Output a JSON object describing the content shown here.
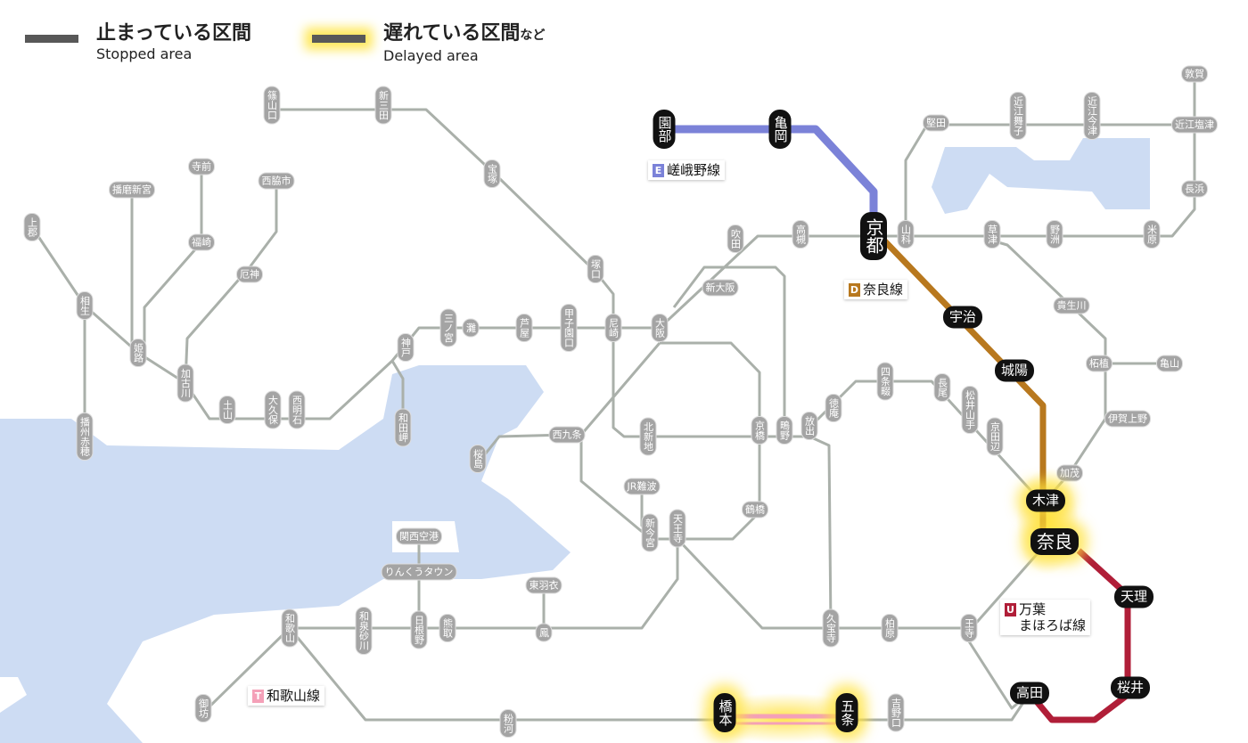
{
  "legend": {
    "stopped": {
      "ja": "止まっている区間",
      "en": "Stopped area",
      "color": "#585858"
    },
    "delayed": {
      "ja": "遅れている区間",
      "ja_suffix": "など",
      "en": "Delayed area",
      "color": "#ffe85a"
    }
  },
  "lines": [
    {
      "code": "E",
      "name": "嵯峨野線",
      "color": "#7b82d8"
    },
    {
      "code": "D",
      "name": "奈良線",
      "color": "#b8781e"
    },
    {
      "code": "U",
      "name": "万葉",
      "name2": "まほろば線",
      "color": "#b01e38"
    },
    {
      "code": "T",
      "name": "和歌山線",
      "color": "#f4a0b8"
    }
  ],
  "stations": [
    {
      "name": "篠山口"
    },
    {
      "name": "新三田"
    },
    {
      "name": "宝塚"
    },
    {
      "name": "塚口"
    },
    {
      "name": "尼崎"
    },
    {
      "name": "甲子園口"
    },
    {
      "name": "芦屋"
    },
    {
      "name": "灘"
    },
    {
      "name": "三ノ宮"
    },
    {
      "name": "神戸"
    },
    {
      "name": "和田岬"
    },
    {
      "name": "西明石"
    },
    {
      "name": "大久保"
    },
    {
      "name": "土山"
    },
    {
      "name": "加古川"
    },
    {
      "name": "厄神"
    },
    {
      "name": "西脇市"
    },
    {
      "name": "福崎"
    },
    {
      "name": "寺前"
    },
    {
      "name": "播磨新宮"
    },
    {
      "name": "姫路"
    },
    {
      "name": "相生"
    },
    {
      "name": "上郡"
    },
    {
      "name": "播州赤穂"
    },
    {
      "name": "大阪"
    },
    {
      "name": "新大阪"
    },
    {
      "name": "吹田"
    },
    {
      "name": "高槻"
    },
    {
      "name": "山科"
    },
    {
      "name": "堅田"
    },
    {
      "name": "近江舞子"
    },
    {
      "name": "近江今津"
    },
    {
      "name": "近江塩津"
    },
    {
      "name": "敦賀"
    },
    {
      "name": "長浜"
    },
    {
      "name": "米原"
    },
    {
      "name": "野洲"
    },
    {
      "name": "草津"
    },
    {
      "name": "貴生川"
    },
    {
      "name": "柘植"
    },
    {
      "name": "亀山"
    },
    {
      "name": "伊賀上野"
    },
    {
      "name": "加茂"
    },
    {
      "name": "京田辺"
    },
    {
      "name": "松井山手"
    },
    {
      "name": "長尾"
    },
    {
      "name": "四条畷"
    },
    {
      "name": "徳庵"
    },
    {
      "name": "放出"
    },
    {
      "name": "鴫野"
    },
    {
      "name": "京橋"
    },
    {
      "name": "北新地"
    },
    {
      "name": "西九条"
    },
    {
      "name": "桜島"
    },
    {
      "name": "JR難波"
    },
    {
      "name": "新今宮"
    },
    {
      "name": "天王寺"
    },
    {
      "name": "鶴橋"
    },
    {
      "name": "関西空港"
    },
    {
      "name": "りんくうタウン"
    },
    {
      "name": "東羽衣"
    },
    {
      "name": "鳳"
    },
    {
      "name": "熊取"
    },
    {
      "name": "日根野"
    },
    {
      "name": "和泉砂川"
    },
    {
      "name": "和歌山"
    },
    {
      "name": "御坊"
    },
    {
      "name": "粉河"
    },
    {
      "name": "吉野口"
    },
    {
      "name": "柏原"
    },
    {
      "name": "久宝寺"
    },
    {
      "name": "王寺"
    },
    {
      "name": "園部",
      "status": "stopped"
    },
    {
      "name": "亀岡",
      "status": "stopped"
    },
    {
      "name": "京都",
      "status": "stopped"
    },
    {
      "name": "宇治",
      "status": "stopped"
    },
    {
      "name": "城陽",
      "status": "stopped"
    },
    {
      "name": "木津",
      "status": "delayed"
    },
    {
      "name": "奈良",
      "status": "delayed"
    },
    {
      "name": "天理",
      "status": "stopped"
    },
    {
      "name": "桜井",
      "status": "stopped"
    },
    {
      "name": "高田",
      "status": "stopped"
    },
    {
      "name": "橋本",
      "status": "delayed"
    },
    {
      "name": "五条",
      "status": "delayed"
    }
  ]
}
